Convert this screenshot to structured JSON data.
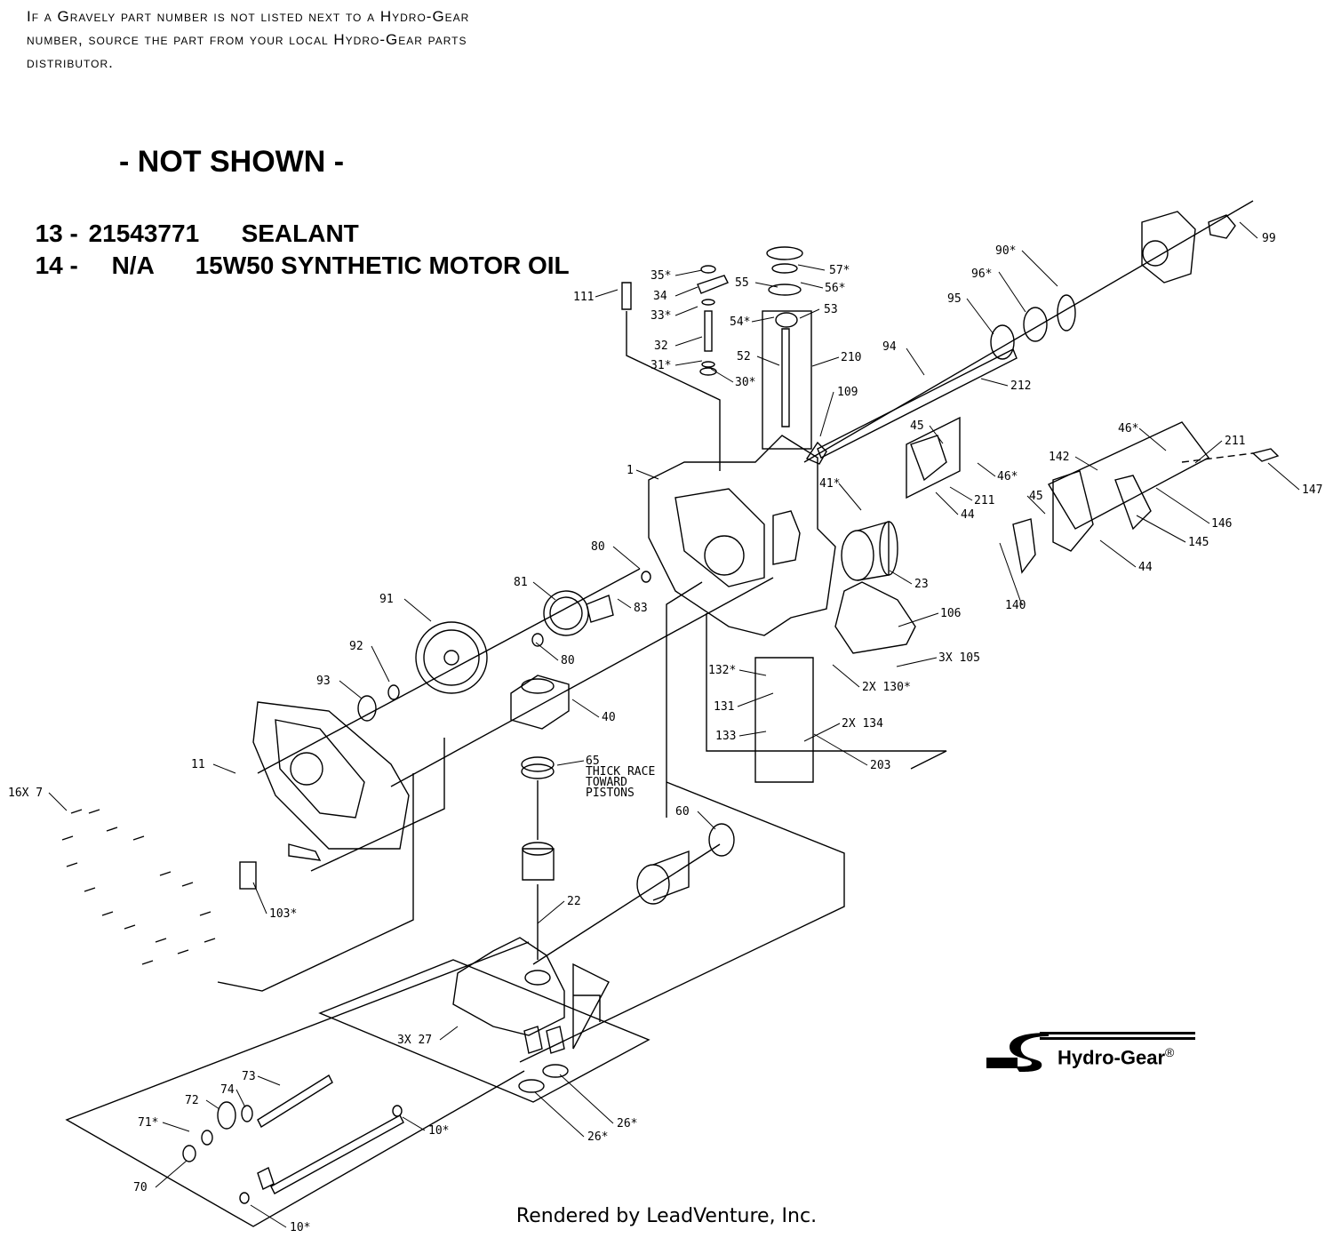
{
  "note": "If a Gravely part number is not listed next to a Hydro-Gear number, source the part from your local Hydro-Gear parts distributor.",
  "not_shown": {
    "heading": "- NOT SHOWN -",
    "items": [
      {
        "ref": "13 -",
        "part": "21543771",
        "desc": "SEALANT"
      },
      {
        "ref": "14 -",
        "part": "N/A",
        "desc": "15W50 SYNTHETIC MOTOR OIL"
      }
    ]
  },
  "callouts": [
    "99",
    "90*",
    "96*",
    "95",
    "94",
    "212",
    "57*",
    "56*",
    "55",
    "53",
    "54*",
    "52",
    "210",
    "109",
    "35*",
    "34",
    "33*",
    "32",
    "31*",
    "30*",
    "111",
    "1",
    "45",
    "46*",
    "211",
    "44",
    "41*",
    "23",
    "106",
    "3X 105",
    "2X 130*",
    "132*",
    "131",
    "133",
    "2X 134",
    "203",
    "46*",
    "142",
    "211",
    "147",
    "146",
    "145",
    "44",
    "45",
    "140",
    "80",
    "83",
    "81",
    "80",
    "91",
    "92",
    "93",
    "40",
    "65",
    "THICK RACE",
    "TOWARD",
    "PISTONS",
    "11",
    "16X 7",
    "103*",
    "60",
    "22",
    "3X 27",
    "73",
    "74",
    "72",
    "71*",
    "70",
    "10*",
    "10*",
    "26*",
    "26*"
  ],
  "brand": "Hydro-Gear",
  "brand_mark": "®",
  "footer": "Rendered by LeadVenture, Inc."
}
